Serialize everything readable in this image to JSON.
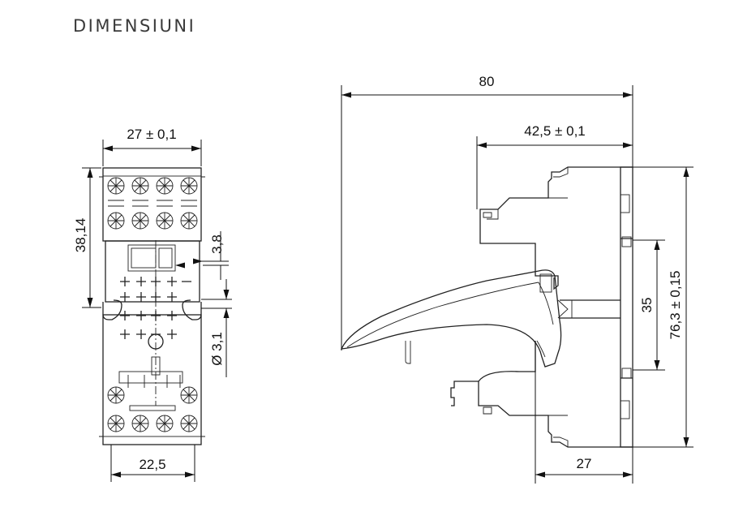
{
  "title": "DIMENSIUNI",
  "front_view": {
    "width_top": "27 ± 0,1",
    "height_left": "38,14",
    "gap_right": "3,8",
    "hole_diameter": "Ø 3,1",
    "width_bottom": "22,5"
  },
  "side_view": {
    "overall_length": "80",
    "depth_top": "42,5 ± 0,1",
    "rail_height": "35",
    "total_height": "76,3 ± 0,15",
    "base_depth": "27"
  }
}
